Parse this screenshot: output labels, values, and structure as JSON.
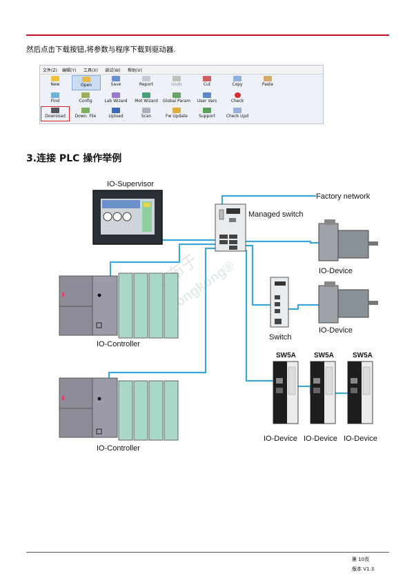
{
  "intro_text": "然后点击下载按钮,将参数与程序下载到驱动器.",
  "menu": [
    "文件(Z)",
    "编辑(Y)",
    "工具(X)",
    "调试(W)",
    "帮助(V)"
  ],
  "toolbar_rows": [
    [
      "New",
      "Open",
      "Save",
      "Report",
      "Undo",
      "Cut",
      "Copy",
      "Paste"
    ],
    [
      "Find",
      "Config",
      "Lab Wizard",
      "Mot Wizard",
      "Global Param",
      "User Vars",
      "Check"
    ],
    [
      "Download",
      "Down. File",
      "Upload",
      "Scan",
      "Fw Update",
      "Support",
      "Check Upd"
    ]
  ],
  "section_heading": "3.连接 PLC 操作举例",
  "diagram": {
    "io_supervisor": "IO-Supervisor",
    "factory_network": "Factory network",
    "managed_switch": "Managed switch",
    "switch": "Switch",
    "io_controller_1": "IO-Controller",
    "io_controller_2": "IO-Controller",
    "io_device_top": "IO-Device",
    "io_device_mid": "IO-Device",
    "sw5a_1": "SW5A",
    "sw5a_2": "SW5A",
    "sw5a_3": "SW5A",
    "io_device_b1": "IO-Device",
    "io_device_b2": "IO-Device",
    "io_device_b3": "IO-Device",
    "watermark_cn": "安布于",
    "watermark_en": "gongkong®"
  },
  "footer": {
    "page": "第 10页",
    "version": "版本 V1.3"
  },
  "colors": {
    "accent_red": "#c8102e",
    "link_blue": "#3aa6dc",
    "module_green": "#9fd7c9"
  }
}
